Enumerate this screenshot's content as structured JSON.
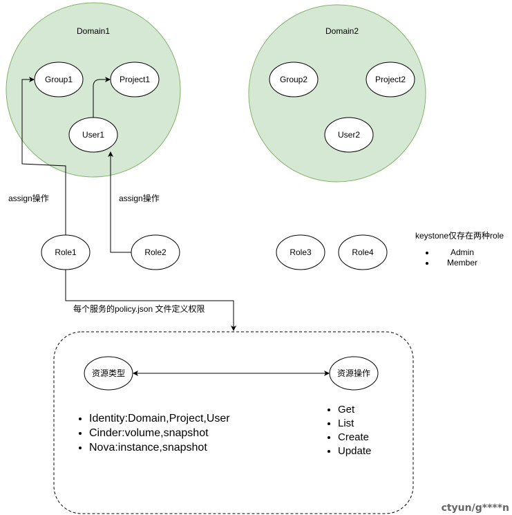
{
  "domains": [
    {
      "label": "Domain1",
      "nodes": [
        "Group1",
        "Project1",
        "User1"
      ]
    },
    {
      "label": "Domain2",
      "nodes": [
        "Group2",
        "Project2",
        "User2"
      ]
    }
  ],
  "roles": [
    "Role1",
    "Role2",
    "Role3",
    "Role4"
  ],
  "edge_labels": {
    "assign_left": "assign操作",
    "assign_right": "assign操作",
    "policy": "每个服务的policy.json 文件定义权限"
  },
  "keystone_note": {
    "title": "keystone仅存在两种role",
    "items": [
      "Admin",
      "Member"
    ]
  },
  "policy_box": {
    "resource_type": "资源类型",
    "resource_op": "资源操作",
    "resource_types": [
      "Identity:Domain,Project,User",
      "Cinder:volume,snapshot",
      "Nova:instance,snapshot"
    ],
    "operations": [
      "Get",
      "List",
      "Create",
      "Update"
    ]
  },
  "watermark": "ctyun/g****n",
  "colors": {
    "domain_fill": "#d5e8d4",
    "domain_stroke": "#82b366",
    "line": "#000000"
  }
}
